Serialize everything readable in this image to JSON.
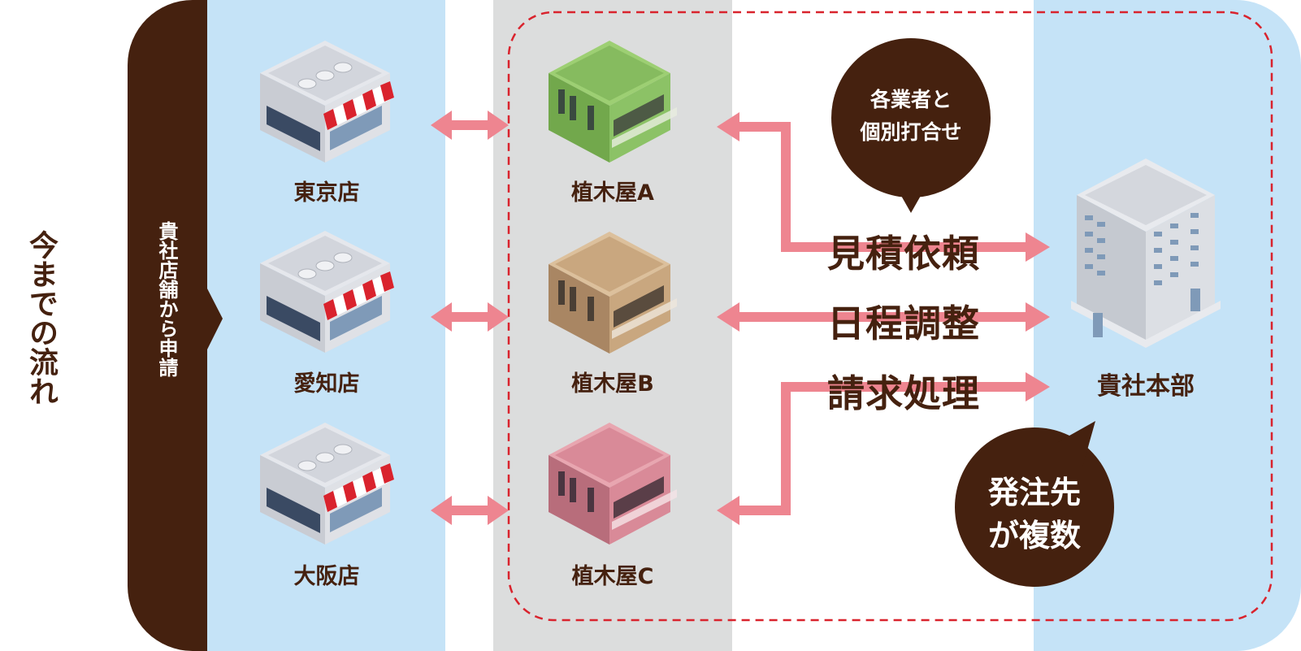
{
  "flow_title": "今までの流れ",
  "request_label": "貴社店舗から申請",
  "stores": [
    {
      "label": "東京店"
    },
    {
      "label": "愛知店"
    },
    {
      "label": "大阪店"
    }
  ],
  "contractors": [
    {
      "label": "植木屋A",
      "color": "#8cc266"
    },
    {
      "label": "植木屋B",
      "color": "#c9a77f"
    },
    {
      "label": "植木屋C",
      "color": "#d98a98"
    }
  ],
  "hq_label": "貴社本部",
  "tasks": [
    "見積依頼",
    "日程調整",
    "請求処理"
  ],
  "bubble_top": {
    "line1": "各業者と",
    "line2": "個別打合せ"
  },
  "bubble_bottom": {
    "line1": "発注先",
    "line2": "が複数"
  },
  "colors": {
    "brown": "#45210f",
    "light_blue": "#c5e3f7",
    "gray_band": "#dcdddd",
    "arrow_pink": "#ee8590",
    "dash_red": "#d9232d"
  }
}
